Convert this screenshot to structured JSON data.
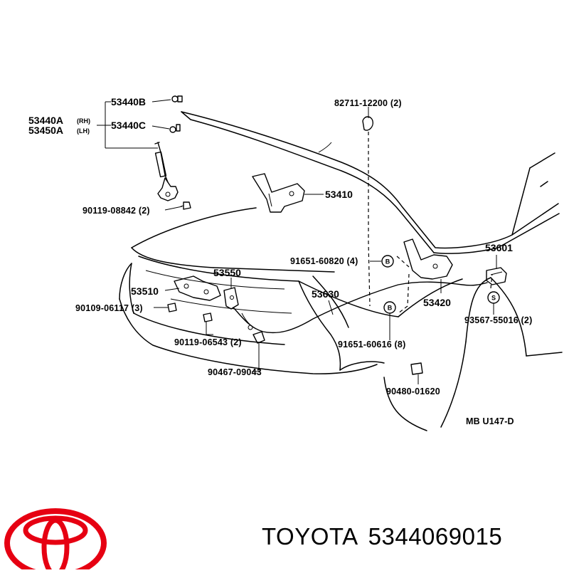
{
  "diagram": {
    "labels": {
      "p53440B": "53440B",
      "p53440A": "53440A",
      "rh": "(RH)",
      "p53450A": "53450A",
      "lh": "(LH)",
      "p53440C": "53440C",
      "p82711": "82711-12200 (2)",
      "p53410": "53410",
      "p90119_08842": "90119-08842 (2)",
      "p53601": "53601",
      "p91651_60820": "91651-60820 (4)",
      "markB1": "B",
      "p53550": "53550",
      "p53510": "53510",
      "p53630": "53630",
      "p53420": "53420",
      "markS": "S",
      "p90109_06117": "90109-06117 (3)",
      "markB2": "B",
      "p93567": "93567-55016 (2)",
      "p90119_06543": "90119-06543 (2)",
      "p91651_60616": "91651-60616 (8)",
      "p90467": "90467-09043",
      "p90480": "90480-01620",
      "code": "MB  U147-D"
    }
  },
  "footer": {
    "brand": "TOYOTA",
    "part_number": "5344069015",
    "logo_color": "#e60012"
  }
}
